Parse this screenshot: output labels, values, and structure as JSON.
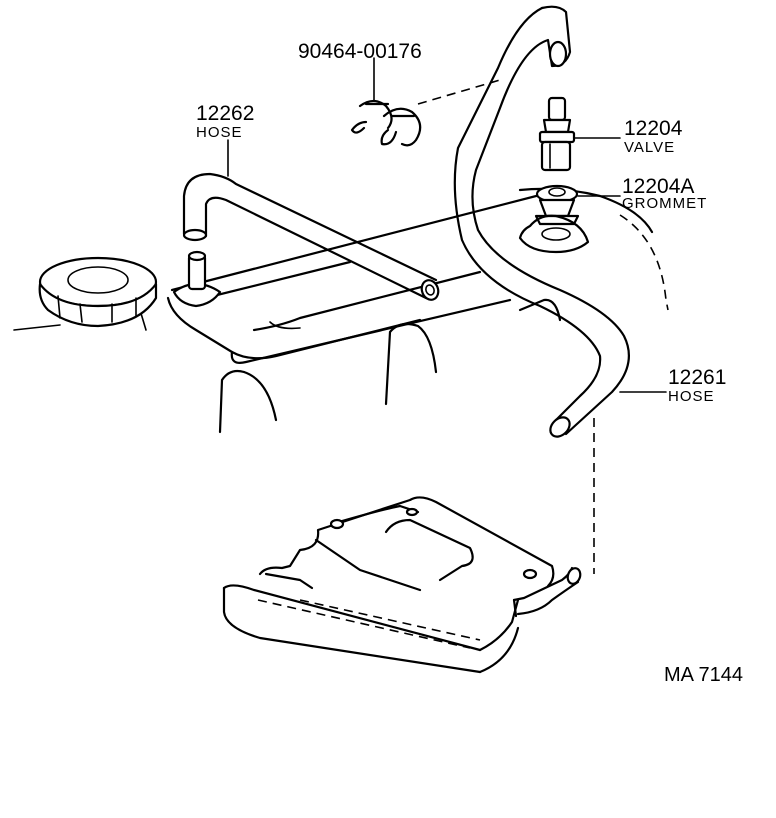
{
  "parts": [
    {
      "id": "clip",
      "number": "90464-00176",
      "description": ""
    },
    {
      "id": "hose-12262",
      "number": "12262",
      "description": "HOSE"
    },
    {
      "id": "valve",
      "number": "12204",
      "description": "VALVE"
    },
    {
      "id": "grommet",
      "number": "12204A",
      "description": "GROMMET"
    },
    {
      "id": "hose-12261",
      "number": "12261",
      "description": "HOSE"
    }
  ],
  "figure_code": "MA 7144"
}
